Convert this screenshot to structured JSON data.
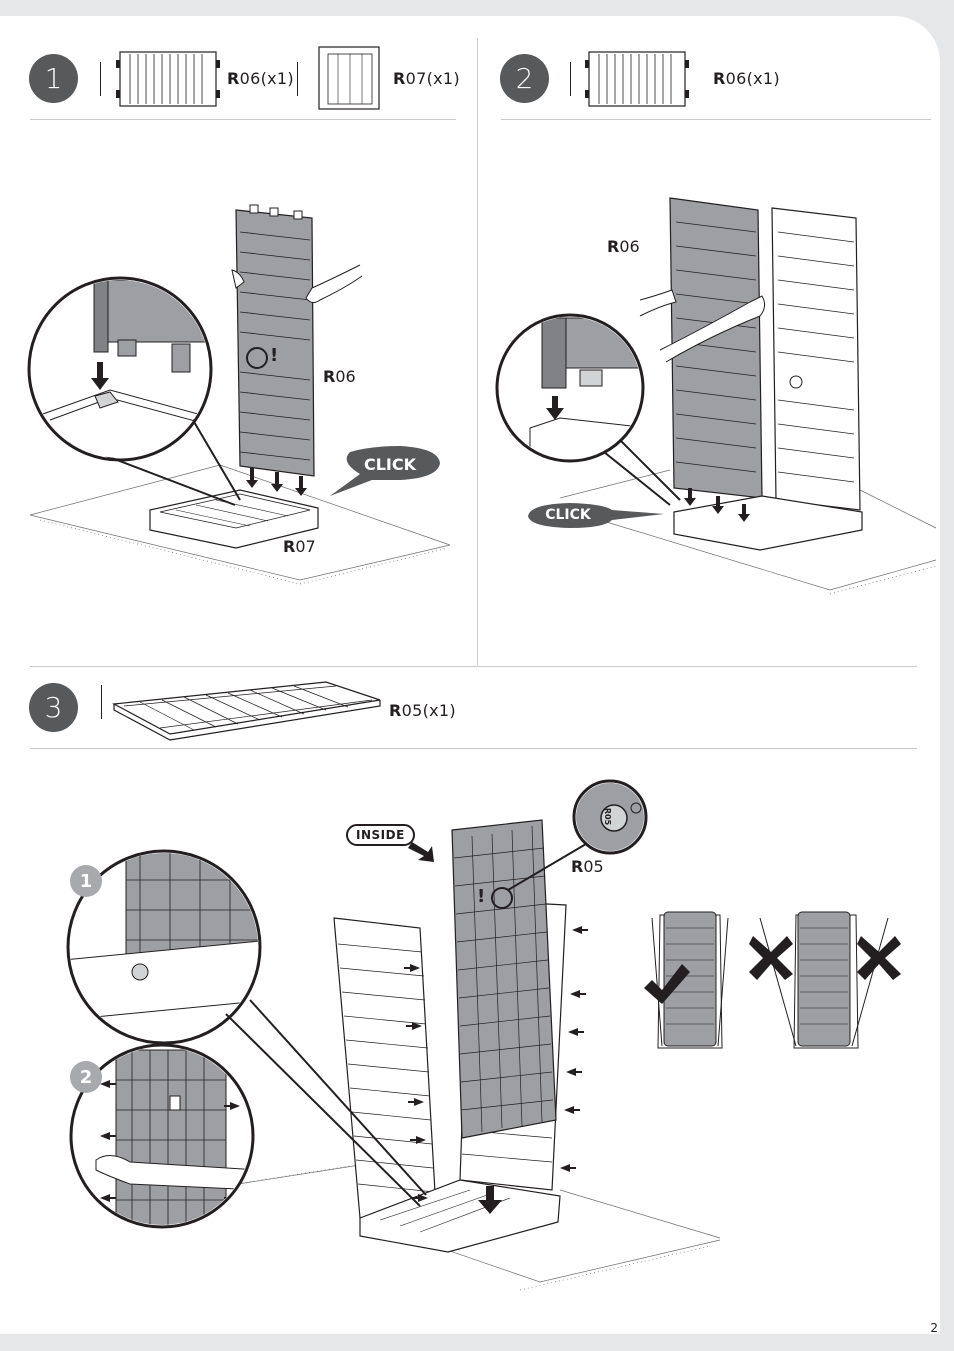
{
  "steps": [
    {
      "number": "1",
      "parts": [
        {
          "code_prefix": "R",
          "code_num": "06",
          "qty": "(x1)"
        },
        {
          "code_prefix": "R",
          "code_num": "07",
          "qty": "(x1)"
        }
      ],
      "labels": {
        "panel": {
          "prefix": "R",
          "num": "06"
        },
        "base": {
          "prefix": "R",
          "num": "07"
        }
      },
      "callout": "CLICK",
      "warning": "!"
    },
    {
      "number": "2",
      "parts": [
        {
          "code_prefix": "R",
          "code_num": "06",
          "qty": "(x1)"
        }
      ],
      "labels": {
        "panel": {
          "prefix": "R",
          "num": "06"
        }
      },
      "callout": "CLICK"
    },
    {
      "number": "3",
      "parts": [
        {
          "code_prefix": "R",
          "code_num": "05",
          "qty": "(x1)"
        }
      ],
      "labels": {
        "panel": {
          "prefix": "R",
          "num": "05"
        },
        "badge": "INSIDE",
        "substep_1": "1",
        "substep_2": "2",
        "emboss": "R05"
      },
      "warning": "!"
    }
  ],
  "page_number": "2",
  "colors": {
    "step_circle": "#58595b",
    "panel_fill": "#9d9fa2",
    "callout_fill": "#58595b",
    "page_border": "#e6e7e8"
  },
  "icons": {
    "correct": "checkmark-icon",
    "wrong": "cross-icon"
  }
}
